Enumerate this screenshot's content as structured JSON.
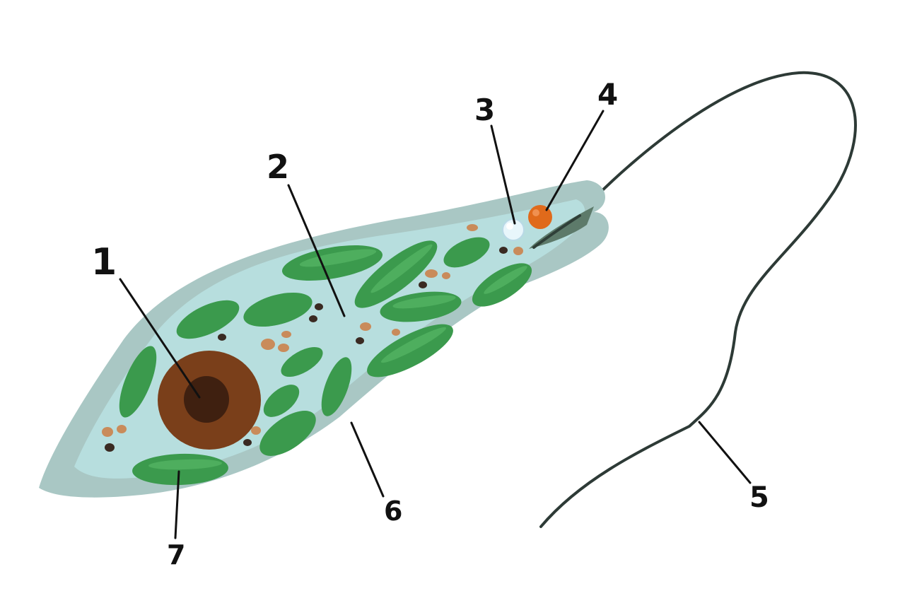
{
  "labels": {
    "l1": "1",
    "l2": "2",
    "l3": "3",
    "l4": "4",
    "l5": "5",
    "l6": "6",
    "l7": "7"
  },
  "colors": {
    "cell_outer": "#a9c7c4",
    "cell_inner": "#b7dede",
    "chloroplast": "#3b9a4d",
    "chloroplast_light": "#58b866",
    "nucleus": "#7a3f1a",
    "nucleolus": "#3f2010",
    "eyespot": "#e06a1b",
    "vacuole": "#e8f6fb",
    "flagellum": "#2d3a36",
    "granule_brown": "#c98b5a",
    "granule_dark": "#3a2a22"
  }
}
